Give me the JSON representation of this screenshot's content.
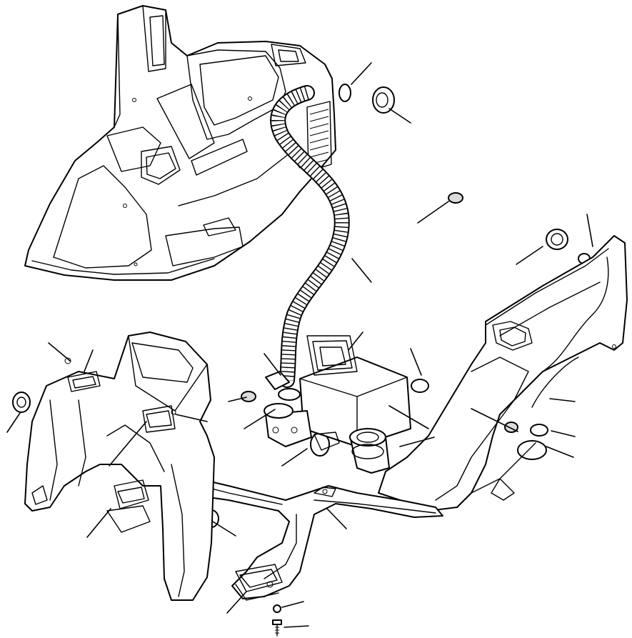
{
  "figure": {
    "kind": "exploded parts diagram",
    "line_color": "#000000",
    "background_color": "#ffffff",
    "text_labels": []
  },
  "parts": [
    {
      "name": "upper-duct-housing"
    },
    {
      "name": "corrugated-hose"
    },
    {
      "name": "lower-left-duct"
    },
    {
      "name": "lower-right-duct"
    },
    {
      "name": "floor-duct"
    },
    {
      "name": "junction-box"
    },
    {
      "name": "grommets-and-seals"
    },
    {
      "name": "fasteners"
    }
  ],
  "callout_count": 24
}
